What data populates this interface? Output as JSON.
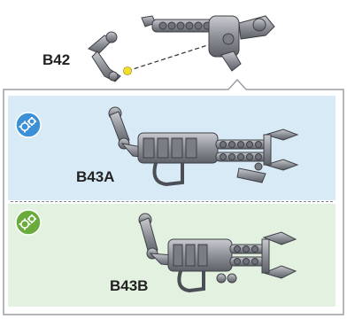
{
  "labels": {
    "top": "B42",
    "middle": "B43A",
    "bottom": "B43B"
  },
  "colors": {
    "panel_blue": "#d8eaf6",
    "panel_green": "#e3f1e1",
    "badge_blue": "#3d8fd6",
    "badge_green": "#6aac3b",
    "connector_dot": "#f3df2a",
    "frame": "#9a9fa6"
  },
  "icons": {
    "badge_a": "gears-icon",
    "badge_b": "gears-icon"
  }
}
